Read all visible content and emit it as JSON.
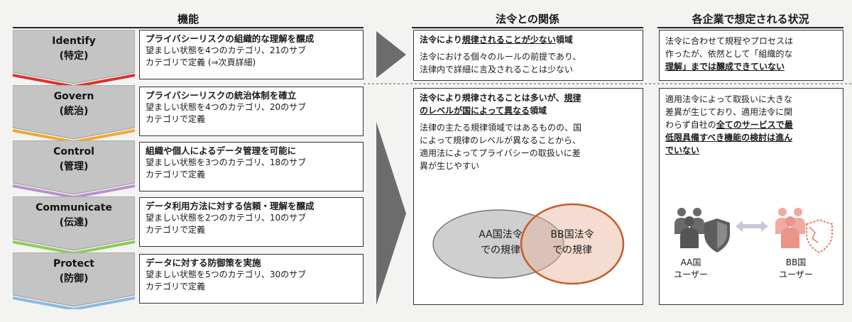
{
  "headers": {
    "functions": "機能",
    "legal": "法令との関係",
    "situation": "各企業で想定される状況"
  },
  "functions": [
    {
      "name": "Identify",
      "jp": "(特定)",
      "color": "#e0302c",
      "title": "プライバシーリスクの組織的な理解を醸成",
      "line1": "望ましい状態を4つのカテゴリ、21のサブ",
      "line2": "カテゴリで定義 (⇒次頁詳細)"
    },
    {
      "name": "Govern",
      "jp": "(統治)",
      "color": "#f0a830",
      "title": "プライバシーリスクの統治体制を確立",
      "line1": "望ましい状態を4つのカテゴリ、20のサブ",
      "line2": "カテゴリで定義"
    },
    {
      "name": "Control",
      "jp": "(管理)",
      "color": "#b98fd0",
      "title": "組織や個人によるデータ管理を可能に",
      "line1": "望ましい状態を3つのカテゴリ、18のサブ",
      "line2": "カテゴリで定義"
    },
    {
      "name": "Communicate",
      "jp": "(伝達)",
      "color": "#8ccc5a",
      "title": "データ利用方法に対する信頼・理解を醸成",
      "line1": "望ましい状態を2つのカテゴリ、10のサブ",
      "line2": "カテゴリで定義"
    },
    {
      "name": "Protect",
      "jp": "(防御)",
      "color": "#8ab8e6",
      "title": "データに対する防御策を実施",
      "line1": "望ましい状態を5つのカテゴリ、30のサブ",
      "line2": "カテゴリで定義"
    }
  ],
  "legal": {
    "box1": {
      "title_pre": "法令により",
      "title_u": "規律されることが少ない",
      "title_post": "領域",
      "body1": "法令における個々のルールの前提であり、",
      "body2": "法律内で詳細に言及されることは少ない"
    },
    "box2": {
      "title_pre": "法令により規律されることは多いが、",
      "title_u1": "規律",
      "title_u2": "のレベルが国によって異なる",
      "title_post": "領域",
      "body1": "法律の主たる規律領域ではあるものの、国",
      "body2": "によって規律のレベルが異なることから、",
      "body3": "適用法によってプライバシーの取扱いに差",
      "body4": "異が生じやすい"
    },
    "venn": {
      "a1": "AA国法令",
      "a2": "での規律",
      "b1": "BB国法令",
      "b2": "での規律"
    }
  },
  "situation": {
    "box1": {
      "l1": "法令に合わせて規程やプロセスは",
      "l2": "作ったが、依然として「組織的な",
      "l3_u": "理解",
      "l3_b": "」までは醸成できていない"
    },
    "box2": {
      "l1": "適用法令によって取扱いに大きな",
      "l2": "差異が生じており、適用法令に関",
      "l3_pre": "わらず自社の",
      "l3_u": "全てのサービスで最",
      "l4_u": "低限具備すべき機能の検討は進ん",
      "l5_u": "でいない"
    },
    "users": {
      "aa_country": "AA国",
      "aa_user": "ユーザー",
      "bb_country": "BB国",
      "bb_user": "ユーザー"
    }
  }
}
